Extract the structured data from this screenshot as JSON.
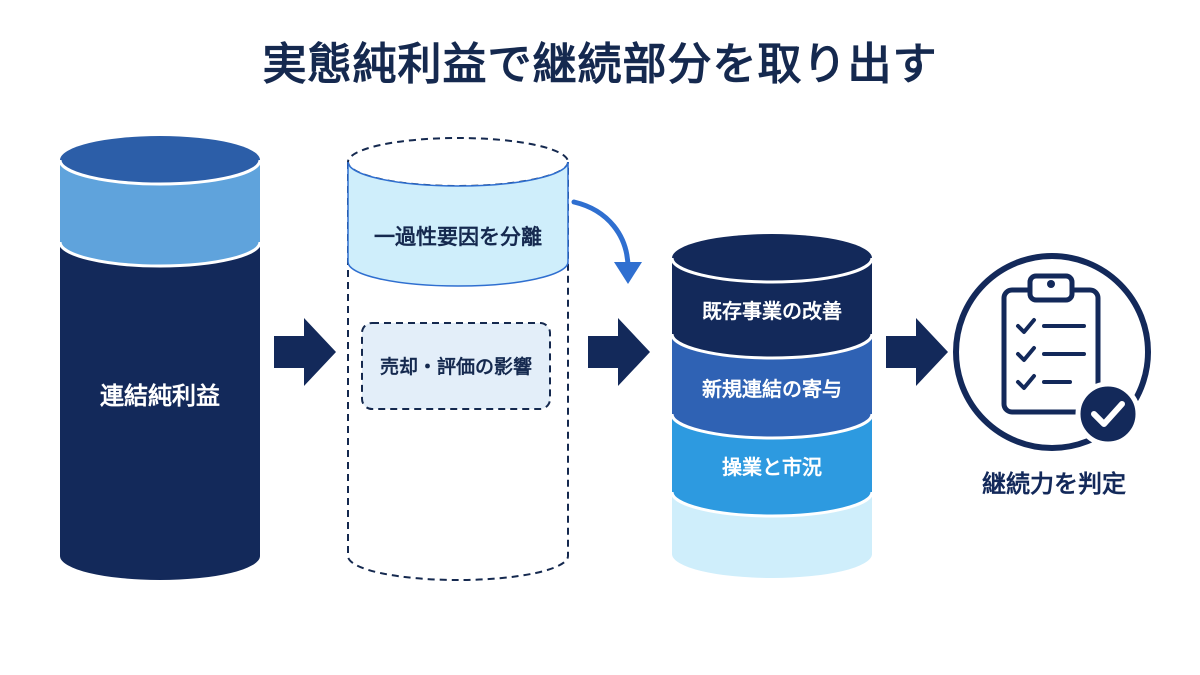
{
  "title": "実態純利益で継続部分を取り出す",
  "colors": {
    "navy": "#13295a",
    "mid_blue": "#2f62b4",
    "sky_blue": "#2d9ae0",
    "light_blue": "#cfeefb",
    "top_blue": "#5fa3dc",
    "dashed": "#15294f",
    "arrow_curve": "#2f6fd0"
  },
  "cylinder_total": {
    "label": "連結純利益"
  },
  "cylinder_separation": {
    "one_time_label": "一過性要因を分離",
    "sale_valuation_label": "売却・評価の影響"
  },
  "cylinder_continuing": {
    "layers": [
      {
        "label": "既存事業の改善"
      },
      {
        "label": "新規連結の寄与"
      },
      {
        "label": "操業と市況"
      }
    ]
  },
  "result": {
    "icon": "clipboard-check-icon",
    "label": "継続力を判定"
  }
}
